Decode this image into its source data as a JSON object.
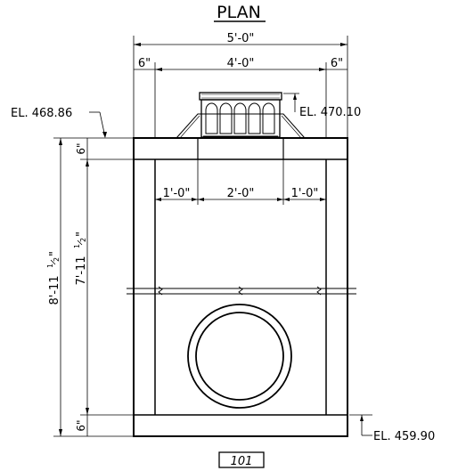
{
  "title": "PLAN",
  "dimensions": {
    "overall_width": "5'-0\"",
    "inner_width": "4'-0\"",
    "left_wall": "6\"",
    "right_wall": "6\"",
    "left_offset": "1'-0\"",
    "opening_width": "2'-0\"",
    "right_offset": "1'-0\"",
    "top_slab": "6\"",
    "bottom_slab": "6\"",
    "overall_height_text": "8'-11",
    "inner_height_text": "7'-11",
    "fraction_num": "1",
    "fraction_den": "2"
  },
  "elevations": {
    "top_of_structure": "EL. 468.86",
    "top_of_grate": "EL. 470.10",
    "bottom": "EL. 459.90"
  },
  "sheet_number": "101"
}
